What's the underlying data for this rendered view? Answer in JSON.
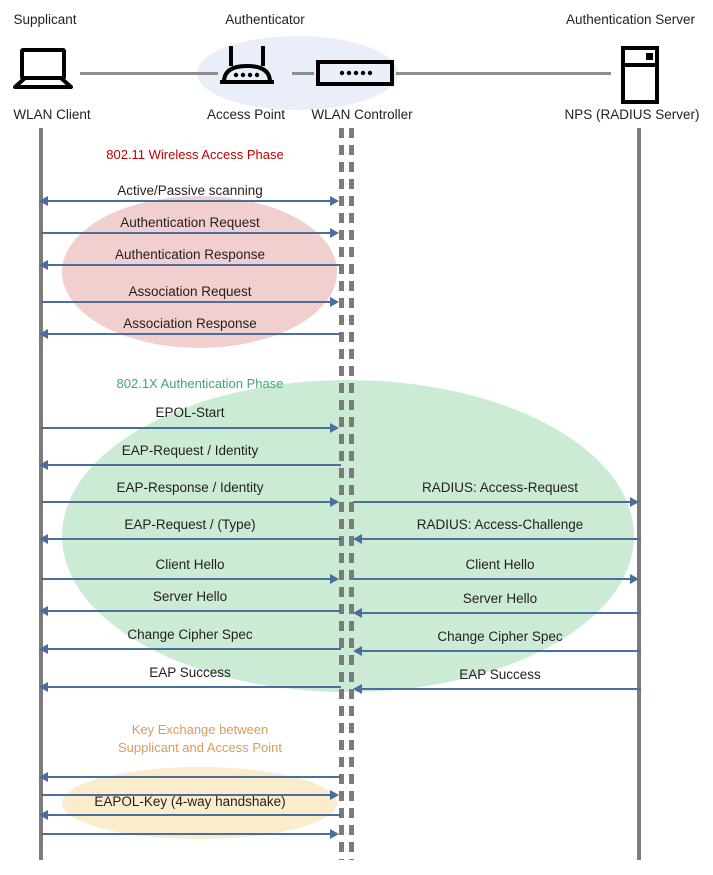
{
  "actors": [
    {
      "id": "supplicant",
      "role_title": "Supplicant",
      "device_caption": "WLAN Client",
      "icon": "laptop-icon"
    },
    {
      "id": "authenticator",
      "role_title": "Authenticator",
      "device_caption": "Access Point",
      "icon": "wireless-router-icon"
    },
    {
      "id": "controller",
      "role_title": "",
      "device_caption": "WLAN Controller",
      "icon": "network-controller-icon"
    },
    {
      "id": "auth_server",
      "role_title": "Authentication Server",
      "device_caption": "NPS (RADIUS Server)",
      "icon": "server-tower-icon"
    }
  ],
  "phases": [
    {
      "id": "phase-80211",
      "label": "802.11 Wireless Access Phase",
      "color": "#C00000",
      "ellipse_fill": "#F2CFCF"
    },
    {
      "id": "phase-8021x",
      "label": "802.1X Authentication Phase",
      "color": "#3CAA6E",
      "ellipse_fill": "#CCEBD5"
    },
    {
      "id": "phase-keyexchange",
      "label": "Key Exchange between\nSupplicant and Access Point",
      "color": "#D99B5E",
      "ellipse_fill": "#FBECCB"
    }
  ],
  "messages": [
    {
      "text": "Active/Passive scanning",
      "direction": "both",
      "side": "left"
    },
    {
      "text": "Authentication Request",
      "direction": "right",
      "side": "left"
    },
    {
      "text": "Authentication Response",
      "direction": "left",
      "side": "left"
    },
    {
      "text": "Association Request",
      "direction": "right",
      "side": "left"
    },
    {
      "text": "Association Response",
      "direction": "left",
      "side": "left"
    },
    {
      "text": "EPOL-Start",
      "direction": "right",
      "side": "left"
    },
    {
      "text": "EAP-Request / Identity",
      "direction": "left",
      "side": "left"
    },
    {
      "text": "EAP-Response / Identity",
      "direction": "right",
      "side": "left"
    },
    {
      "text": "RADIUS: Access-Request",
      "direction": "right",
      "side": "right"
    },
    {
      "text": "EAP-Request / (Type)",
      "direction": "left",
      "side": "left"
    },
    {
      "text": "RADIUS: Access-Challenge",
      "direction": "left",
      "side": "right"
    },
    {
      "text": "Client Hello",
      "direction": "right",
      "side": "left"
    },
    {
      "text": "Client Hello",
      "direction": "right",
      "side": "right"
    },
    {
      "text": "Server Hello",
      "direction": "left",
      "side": "left"
    },
    {
      "text": "Server Hello",
      "direction": "left",
      "side": "right"
    },
    {
      "text": "Change Cipher Spec",
      "direction": "left",
      "side": "left"
    },
    {
      "text": "Change Cipher Spec",
      "direction": "left",
      "side": "right"
    },
    {
      "text": "EAP Success",
      "direction": "left",
      "side": "left"
    },
    {
      "text": "EAP Success",
      "direction": "left",
      "side": "right"
    },
    {
      "text": "",
      "direction": "left",
      "side": "left"
    },
    {
      "text": "",
      "direction": "right",
      "side": "left"
    },
    {
      "text": "EAPOL-Key (4-way handshake)",
      "direction": "left",
      "side": "left"
    },
    {
      "text": "",
      "direction": "right",
      "side": "left"
    }
  ],
  "colors": {
    "arrow": "#4a6f9c",
    "lifeline": "#7b7b7b",
    "link": "#8e8e8e",
    "authenticator_blob": "#e9eef8",
    "text": "#231f20"
  }
}
